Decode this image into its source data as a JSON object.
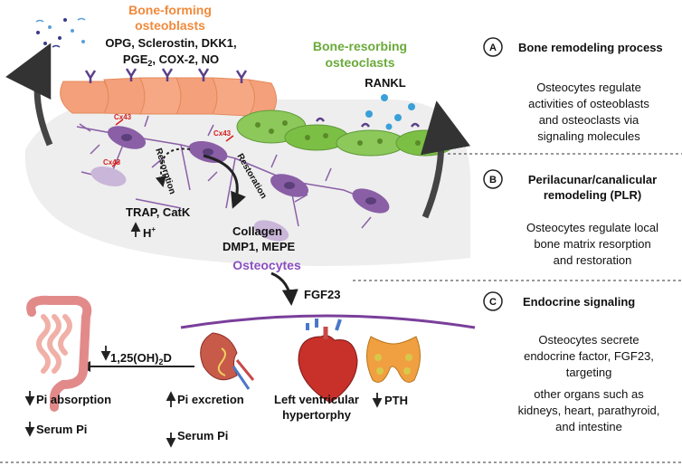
{
  "osteoblasts": {
    "title_line1": "Bone-forming",
    "title_line2": "osteoblasts",
    "factors_line1": "OPG, Sclerostin, DKK1,",
    "factors_line2_a": "PGE",
    "factors_line2_sub": "2",
    "factors_line2_b": ", COX-2, NO"
  },
  "osteoclasts": {
    "title_line1": "Bone-resorbing",
    "title_line2": "osteoclasts",
    "factor": "RANKL"
  },
  "center": {
    "cx43": "Cx43",
    "resorption": "Resorption",
    "restoration": "Restoration",
    "trap": "TRAP, CatK",
    "h_plus": "H",
    "h_plus_sup": "+",
    "collagen": "Collagen",
    "dmp1": "DMP1, MEPE",
    "osteocytes": "Osteocytes",
    "fgf23": "FGF23"
  },
  "organs": {
    "vitd_a": "1,25(OH)",
    "vitd_sub": "2",
    "vitd_b": "D",
    "pi_absorption": "Pi absorption",
    "serum_pi_left": "Serum Pi",
    "pi_excretion": "Pi excretion",
    "serum_pi_mid": "Serum Pi",
    "lv_line1": "Left ventricular",
    "lv_line2": "hypertorphy",
    "pth": "PTH"
  },
  "sections": [
    {
      "letter": "A",
      "title_lines": [
        "Bone remodeling process"
      ],
      "desc_lines": [
        "Osteocytes regulate",
        "activities of osteoblasts",
        "and  osteoclasts via",
        "signaling molecules"
      ]
    },
    {
      "letter": "B",
      "title_lines": [
        "Perilacunar/canalicular",
        "remodeling (PLR)"
      ],
      "desc_lines": [
        "Osteocytes regulate local",
        "bone matrix resorption",
        "and restoration"
      ]
    },
    {
      "letter": "C",
      "title_lines": [
        "Endocrine signaling"
      ],
      "desc_lines": [
        "Osteocytes secrete",
        "endocrine factor, FGF23,",
        "targeting",
        "other organs such as",
        "kidneys, heart, parathyroid,",
        "and intestine"
      ]
    }
  ],
  "colors": {
    "osteoblast": "#f4a07a",
    "osteoblast_label": "#f08a3c",
    "osteoclast": "#7cbf45",
    "osteoclast_label": "#6aaa3a",
    "osteocyte": "#8a5fa6",
    "osteocyte_label": "#8a4fc0",
    "bone_matrix": "#eeeeee",
    "arrow": "#333333",
    "cx43": "#d42020",
    "rankl_dot": "#3aa0d8"
  }
}
